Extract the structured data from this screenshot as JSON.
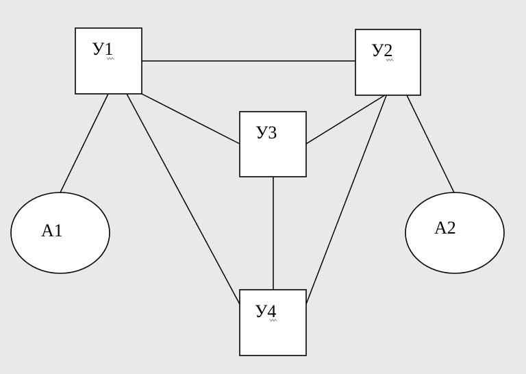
{
  "diagram": {
    "nodes": [
      {
        "id": "u1",
        "label": "У1",
        "shape": "box"
      },
      {
        "id": "u2",
        "label": "У2",
        "shape": "box"
      },
      {
        "id": "u3",
        "label": "У3",
        "shape": "box"
      },
      {
        "id": "u4",
        "label": "У4",
        "shape": "box"
      },
      {
        "id": "a1",
        "label": "А1",
        "shape": "ellipse"
      },
      {
        "id": "a2",
        "label": "А2",
        "shape": "ellipse"
      }
    ],
    "edges": [
      {
        "from": "u1",
        "to": "u2"
      },
      {
        "from": "u1",
        "to": "u3"
      },
      {
        "from": "u1",
        "to": "u4"
      },
      {
        "from": "u1",
        "to": "a1"
      },
      {
        "from": "u2",
        "to": "u3"
      },
      {
        "from": "u2",
        "to": "u4"
      },
      {
        "from": "u2",
        "to": "a2"
      },
      {
        "from": "u3",
        "to": "u4"
      }
    ]
  }
}
